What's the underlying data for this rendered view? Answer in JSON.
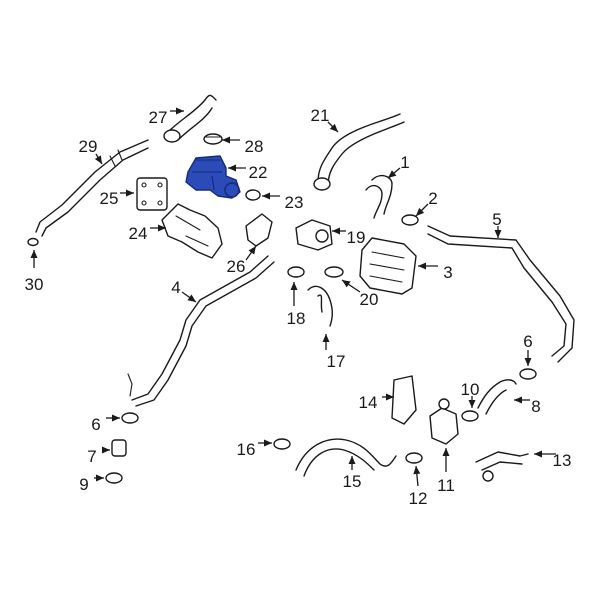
{
  "diagram": {
    "highlight_color": "#2b4bb8",
    "line_color": "#1a1a1a",
    "callouts": [
      "1",
      "2",
      "3",
      "4",
      "5",
      "6",
      "7",
      "8",
      "9",
      "10",
      "11",
      "12",
      "13",
      "14",
      "15",
      "16",
      "17",
      "18",
      "19",
      "20",
      "21",
      "22",
      "23",
      "24",
      "25",
      "26",
      "27",
      "28",
      "29",
      "30"
    ],
    "highlighted_part": "22",
    "icons": [
      "arrow-head-icon"
    ]
  }
}
